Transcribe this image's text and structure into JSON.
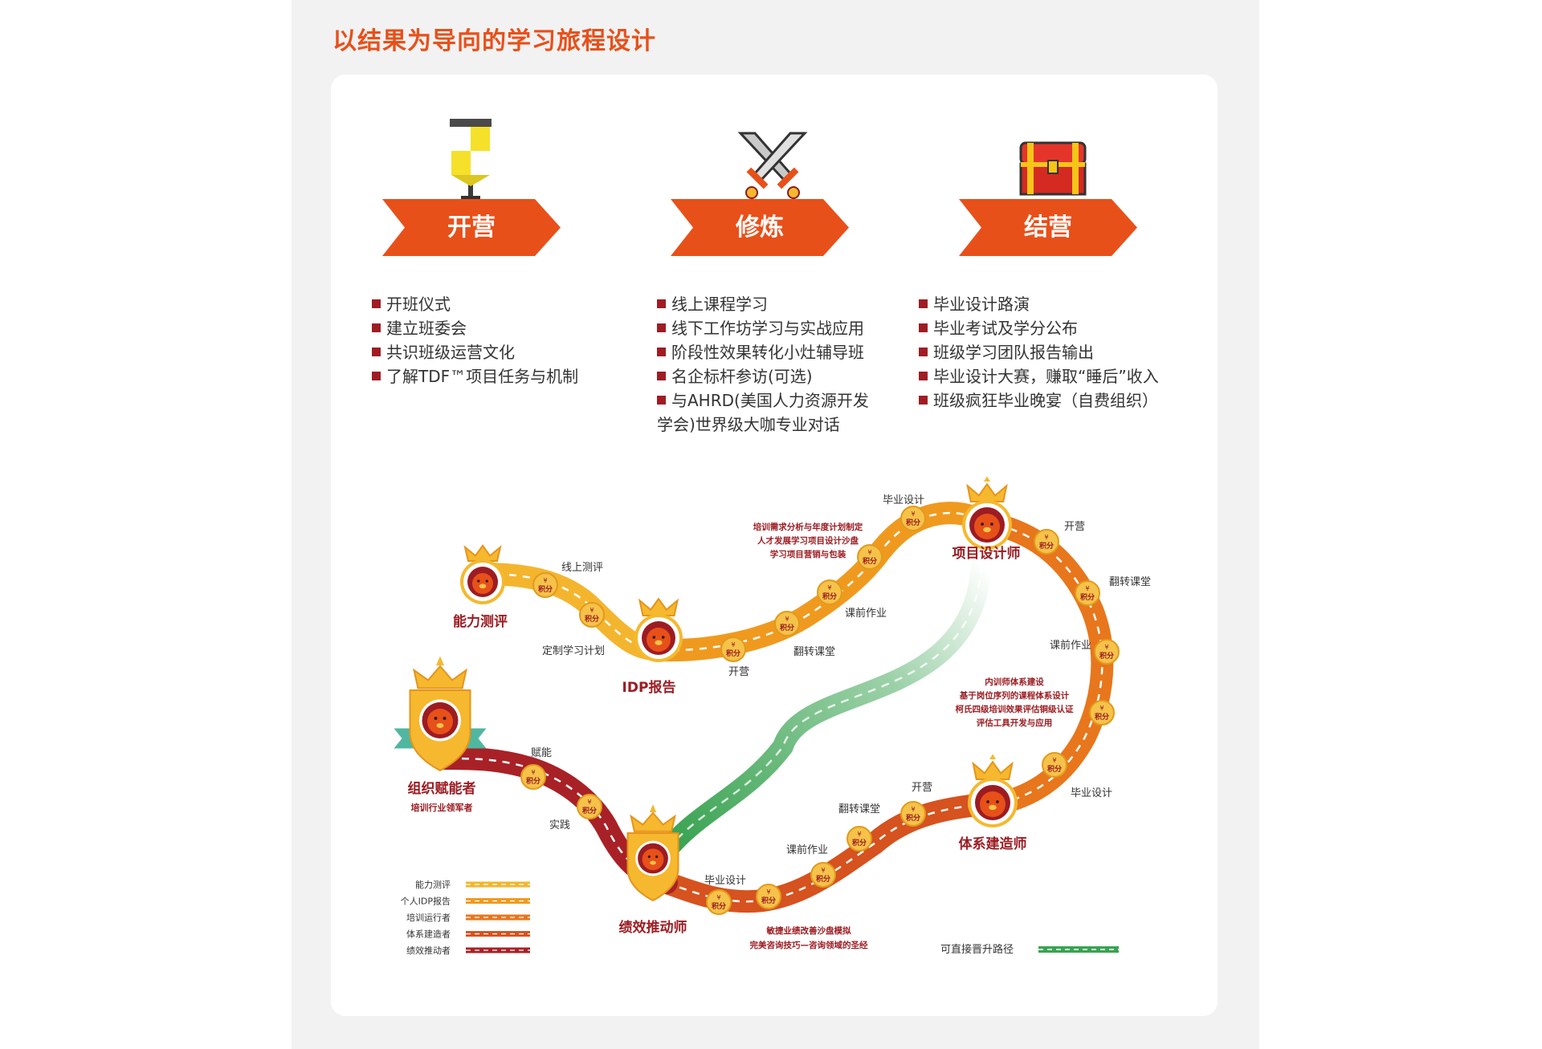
{
  "title": "以结果为导向的学习旅程设计",
  "stages": [
    {
      "label": "开营",
      "icon": "banner-flag-icon",
      "items": [
        "开班仪式",
        "建立班委会",
        "共识班级运营文化",
        "了解TDF™项目任务与机制"
      ]
    },
    {
      "label": "修炼",
      "icon": "crossed-swords-icon",
      "items": [
        "线上课程学习",
        "线下工作坊学习与实战应用",
        "阶段性效果转化小灶辅导班",
        "名企标杆参访(可选)",
        "与AHRD(美国人力资源开发",
        "学会)世界级大咖专业对话"
      ]
    },
    {
      "label": "结营",
      "icon": "treasure-chest-icon",
      "items": [
        "毕业设计路演",
        "毕业考试及学分公布",
        "班级学习团队报告输出",
        "毕业设计大赛，赚取“睡后”收入",
        "班级疯狂毕业晚宴（自费组织）"
      ]
    }
  ],
  "badge_text": "积分",
  "coin_text": "¥",
  "nodes": {
    "n1": "能力测评",
    "n2": "IDP报告",
    "n3": "项目设计师",
    "n4": "体系建造师",
    "n5": "绩效推动师",
    "n6": "组织赋能者",
    "n6_sub": "培训行业领军者"
  },
  "steps": {
    "s1": "线上测评",
    "s2": "定制学习计划",
    "s3": "开营",
    "s4": "翻转课堂",
    "s5": "课前作业",
    "s6": "毕业设计",
    "s7": "开营",
    "s8": "翻转课堂",
    "s9": "课前作业",
    "s10": "毕业设计",
    "s11": "开营",
    "s12": "翻转课堂",
    "s13": "课前作业",
    "s14": "毕业设计",
    "s15": "赋能",
    "s16": "实践"
  },
  "notes": {
    "a": [
      "培训需求分析与年度计划制定",
      "人才发展学习项目设计沙盘",
      "学习项目营销与包装"
    ],
    "b": [
      "内训师体系建设",
      "基于岗位序列的课程体系设计",
      "柯氏四级培训效果评估铜级认证",
      "评估工具开发与应用"
    ],
    "c": [
      "敏捷业绩改善沙盘模拟",
      "完美咨询技巧—咨询领域的圣经"
    ]
  },
  "legend": {
    "items": [
      {
        "label": "能力测评",
        "color": "#f4b52e"
      },
      {
        "label": "个人IDP报告",
        "color": "#ef9a1f"
      },
      {
        "label": "培训运行者",
        "color": "#e8761c"
      },
      {
        "label": "体系建造者",
        "color": "#d6521f"
      },
      {
        "label": "绩效推动者",
        "color": "#a82126"
      }
    ],
    "direct_label": "可直接晋升路径",
    "direct_color": "#3aa352"
  },
  "colors": {
    "accent": "#e8501a",
    "dark_red": "#9c1c22",
    "gold": "#f5b82e",
    "green": "#3aa352"
  }
}
